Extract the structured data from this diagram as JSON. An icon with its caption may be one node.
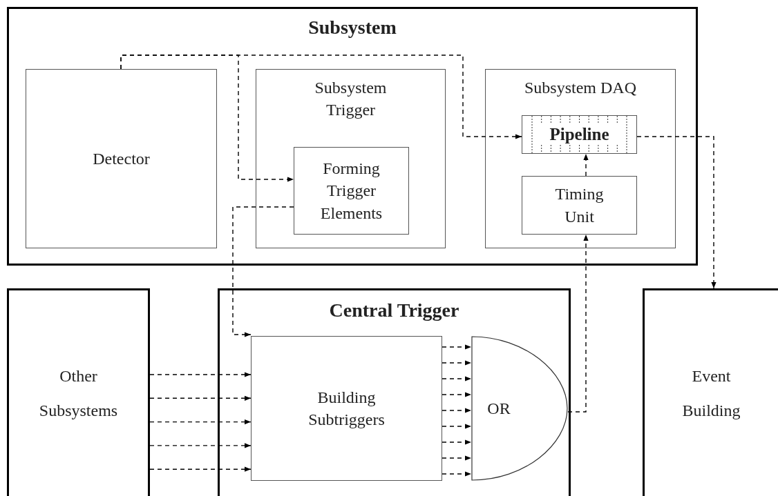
{
  "diagram": {
    "nodes": [
      {
        "text": [
          "Subsystem"
        ]
      },
      {
        "text": [
          "Detector"
        ],
        "in": 0
      },
      {
        "text": [
          "Subsystem Trigger"
        ],
        "in": 0
      },
      {
        "text": [
          "Forming Trigger Elements"
        ],
        "in": 2
      },
      {
        "text": [
          "Subsystem DAQ"
        ],
        "in": 0
      },
      {
        "text": [
          "Pipeline"
        ],
        "in": 4
      },
      {
        "text": [
          "Timing Unit"
        ],
        "in": 4
      },
      {
        "text": [
          "Other Subsystems"
        ]
      },
      {
        "text": [
          "Central Trigger"
        ]
      },
      {
        "text": [
          "Building Subtriggers"
        ],
        "in": 8
      },
      {
        "text": [
          "OR"
        ],
        "in": 8
      },
      {
        "text": [
          "Event Building"
        ]
      }
    ],
    "edges": [
      {
        "from": 1,
        "to": 3,
        "arrow": "to",
        "style": "dashed"
      },
      {
        "from": 1,
        "to": 5,
        "arrow": "to",
        "style": "dashed"
      },
      {
        "from": 3,
        "to": 9,
        "arrow": "to",
        "style": "dashed"
      },
      {
        "from": 7,
        "to": 9,
        "arrow": "to",
        "style": "dashed"
      },
      {
        "from": 7,
        "to": 9,
        "arrow": "to",
        "style": "dashed"
      },
      {
        "from": 7,
        "to": 9,
        "arrow": "to",
        "style": "dashed"
      },
      {
        "from": 7,
        "to": 9,
        "arrow": "to",
        "style": "dashed"
      },
      {
        "from": 7,
        "to": 9,
        "arrow": "to",
        "style": "dashed"
      },
      {
        "from": 9,
        "to": 10,
        "arrow": "to",
        "style": "dashed"
      },
      {
        "from": 9,
        "to": 10,
        "arrow": "to",
        "style": "dashed"
      },
      {
        "from": 9,
        "to": 10,
        "arrow": "to",
        "style": "dashed"
      },
      {
        "from": 9,
        "to": 10,
        "arrow": "to",
        "style": "dashed"
      },
      {
        "from": 9,
        "to": 10,
        "arrow": "to",
        "style": "dashed"
      },
      {
        "from": 9,
        "to": 10,
        "arrow": "to",
        "style": "dashed"
      },
      {
        "from": 9,
        "to": 10,
        "arrow": "to",
        "style": "dashed"
      },
      {
        "from": 9,
        "to": 10,
        "arrow": "to",
        "style": "dashed"
      },
      {
        "from": 9,
        "to": 10,
        "arrow": "to",
        "style": "dashed"
      },
      {
        "from": 10,
        "to": 6,
        "arrow": "to",
        "style": "dashed"
      },
      {
        "from": 6,
        "to": 5,
        "arrow": "to",
        "style": "dashed"
      },
      {
        "from": 5,
        "to": 11,
        "arrow": "to",
        "style": "dashed"
      }
    ]
  }
}
